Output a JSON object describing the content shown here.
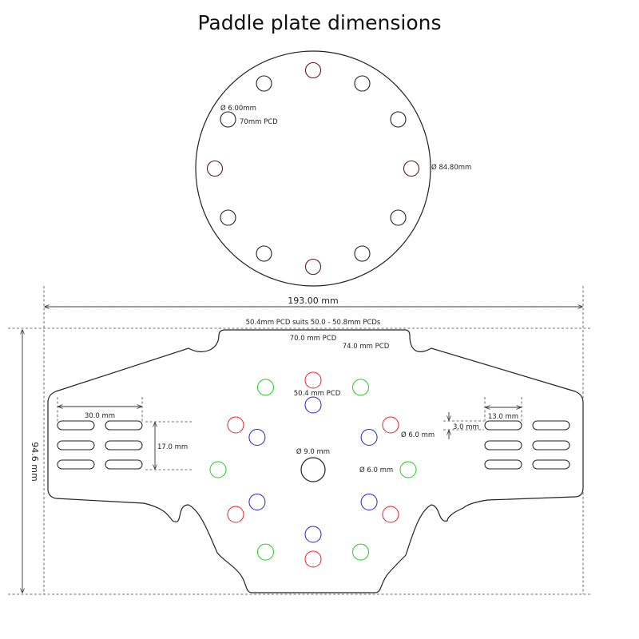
{
  "title": "Paddle plate dimensions",
  "colors": {
    "outline": "#222222",
    "hole_top": "#5a1a1a",
    "red": "#e8202a",
    "blue": "#2020d0",
    "green": "#22cc22"
  },
  "top_plate": {
    "hole_diameter": "Ø 6.00mm",
    "pcd": "70mm PCD",
    "outer_diameter": "Ø 84.80mm"
  },
  "bottom_plate": {
    "overall_width": "193.00 mm",
    "overall_height": "94.6 mm",
    "pcd_50_4_note": "50.4mm PCD suits 50.0 - 50.8mm PCDs",
    "pcd_70": "70.0 mm PCD",
    "pcd_74": "74.0 mm PCD",
    "pcd_50_4": "50.4 mm PCD",
    "center_hole": "Ø 9.0 mm",
    "hole_6_a": "Ø 6.0 mm",
    "hole_6_b": "Ø 6.0 mm",
    "slot_span": "30.0 mm",
    "slot_pitch": "17.0 mm",
    "slot_length": "13.0 mm",
    "slot_width": "3.0 mm"
  }
}
